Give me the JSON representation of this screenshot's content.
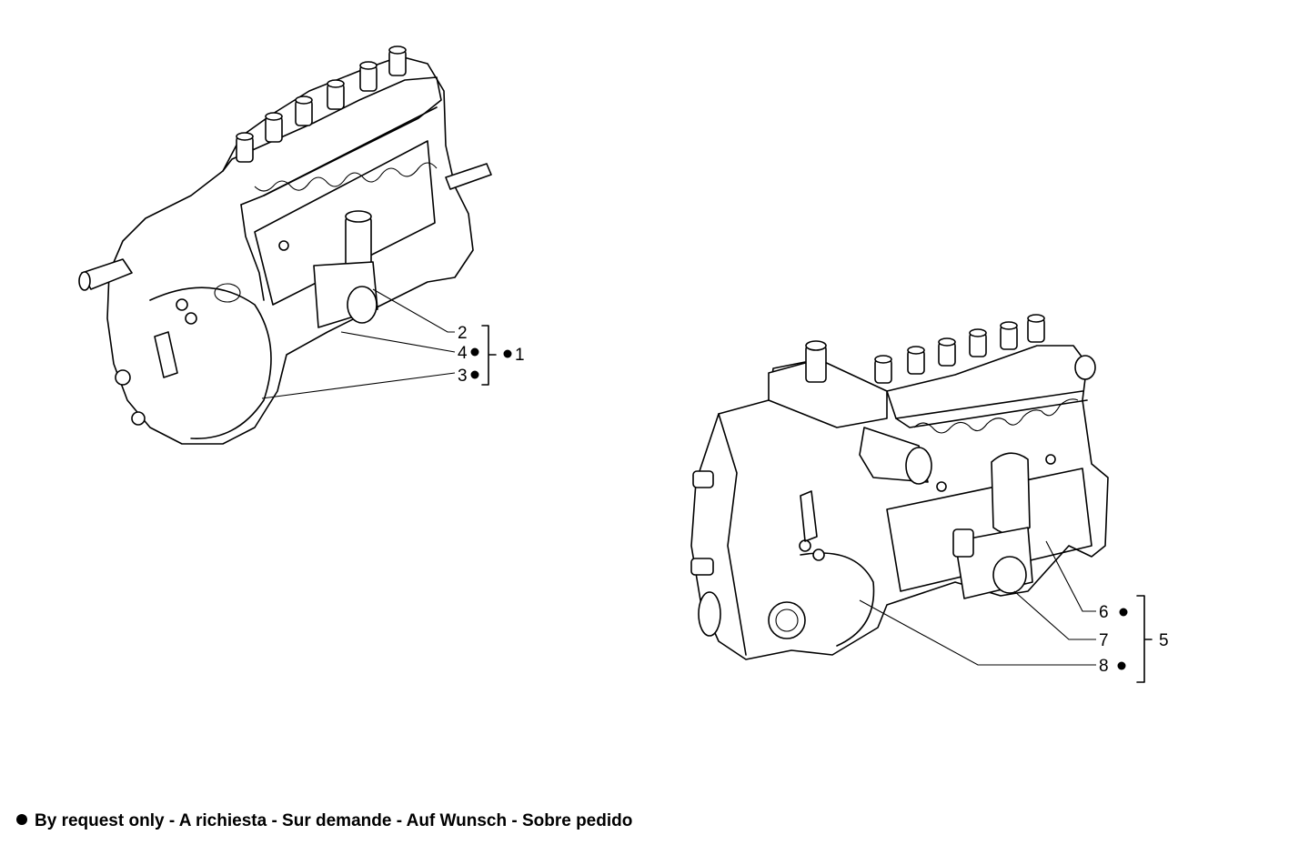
{
  "callouts": {
    "top": [
      {
        "num": "2",
        "bullet": false
      },
      {
        "num": "4",
        "bullet": true
      },
      {
        "num": "3",
        "bullet": true
      }
    ],
    "top_group": {
      "num": "1",
      "bullet": true
    },
    "bottom": [
      {
        "num": "6",
        "bullet": true
      },
      {
        "num": "7",
        "bullet": false
      },
      {
        "num": "8",
        "bullet": true
      }
    ],
    "bottom_group": {
      "num": "5",
      "bullet": false
    }
  },
  "footnote": {
    "text": "By request only - A richiesta - Sur demande - Auf Wunsch - Sobre pedido"
  }
}
